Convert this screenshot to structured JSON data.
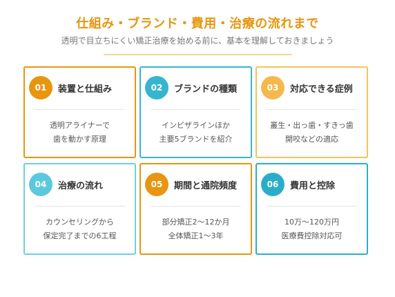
{
  "header": {
    "title": "仕組み・ブランド・費用・治療の流れまで",
    "subtitle": "透明で目立ちにくい矯正治療を始める前に、基本を理解しておきましょう"
  },
  "cards": [
    {
      "number": "01",
      "title": "装置と仕組み",
      "lines": [
        "透明アライナーで",
        "歯を動かす原理"
      ],
      "border_color": "#e8950f",
      "badge_color": "#e8950f"
    },
    {
      "number": "02",
      "title": "ブランドの種類",
      "lines": [
        "インビザラインほか",
        "主要5ブランドを紹介"
      ],
      "border_color": "#35b6cf",
      "badge_color": "#35b6cf"
    },
    {
      "number": "03",
      "title": "対応できる症例",
      "lines": [
        "叢生・出っ歯・すきっ歯",
        "開咬などの適応"
      ],
      "border_color": "#f5c25a",
      "badge_color": "#f5b84d"
    },
    {
      "number": "04",
      "title": "治療の流れ",
      "lines": [
        "カウンセリングから",
        "保定完了までの6工程"
      ],
      "border_color": "#6dd0e3",
      "badge_color": "#5cc8de"
    },
    {
      "number": "05",
      "title": "期間と通院頻度",
      "lines": [
        "部分矯正2〜12か月",
        "全体矯正1〜3年"
      ],
      "border_color": "#e8950f",
      "badge_color": "#e8950f"
    },
    {
      "number": "06",
      "title": "費用と控除",
      "lines": [
        "10万〜120万円",
        "医療費控除対応可"
      ],
      "border_color": "#2aaec8",
      "badge_color": "#2aaec8"
    }
  ]
}
